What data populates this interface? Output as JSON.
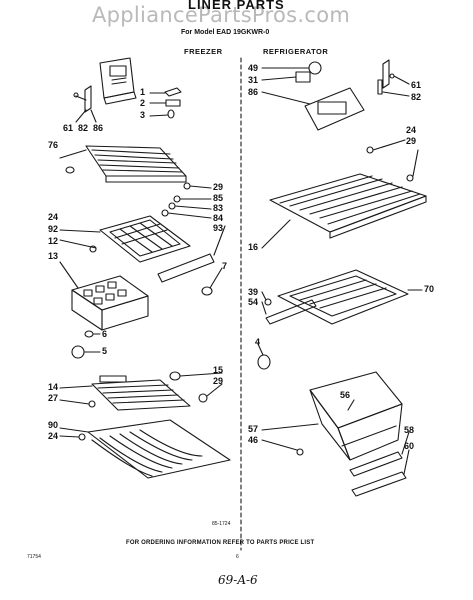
{
  "watermark": "AppliancePartsPros.com",
  "title": "LINER PARTS",
  "subtitle": "For Model EAD 19GKWR-0",
  "sections": {
    "freezer": "FREEZER",
    "refrigerator": "REFRIGERATOR"
  },
  "callouts": [
    {
      "id": "f1",
      "text": "1"
    },
    {
      "id": "f2",
      "text": "2"
    },
    {
      "id": "f3",
      "text": "3"
    },
    {
      "id": "f61",
      "text": "61"
    },
    {
      "id": "f82",
      "text": "82"
    },
    {
      "id": "f86",
      "text": "86"
    },
    {
      "id": "f76",
      "text": "76"
    },
    {
      "id": "f29a",
      "text": "29"
    },
    {
      "id": "f85",
      "text": "85"
    },
    {
      "id": "f83",
      "text": "83"
    },
    {
      "id": "f84",
      "text": "84"
    },
    {
      "id": "f93",
      "text": "93"
    },
    {
      "id": "f24a",
      "text": "24"
    },
    {
      "id": "f92",
      "text": "92"
    },
    {
      "id": "f12",
      "text": "12"
    },
    {
      "id": "f13",
      "text": "13"
    },
    {
      "id": "f7",
      "text": "7"
    },
    {
      "id": "f6",
      "text": "6"
    },
    {
      "id": "f5",
      "text": "5"
    },
    {
      "id": "f14",
      "text": "14"
    },
    {
      "id": "f27",
      "text": "27"
    },
    {
      "id": "f15",
      "text": "15"
    },
    {
      "id": "f29b",
      "text": "29"
    },
    {
      "id": "f90",
      "text": "90"
    },
    {
      "id": "f24b",
      "text": "24"
    },
    {
      "id": "r49",
      "text": "49"
    },
    {
      "id": "r31",
      "text": "31"
    },
    {
      "id": "r86",
      "text": "86"
    },
    {
      "id": "r61",
      "text": "61"
    },
    {
      "id": "r82",
      "text": "82"
    },
    {
      "id": "r24",
      "text": "24"
    },
    {
      "id": "r29",
      "text": "29"
    },
    {
      "id": "r16",
      "text": "16"
    },
    {
      "id": "r39",
      "text": "39"
    },
    {
      "id": "r54",
      "text": "54"
    },
    {
      "id": "r70",
      "text": "70"
    },
    {
      "id": "r4",
      "text": "4"
    },
    {
      "id": "r56",
      "text": "56"
    },
    {
      "id": "r57",
      "text": "57"
    },
    {
      "id": "r46",
      "text": "46"
    },
    {
      "id": "r58",
      "text": "58"
    },
    {
      "id": "r60",
      "text": "60"
    }
  ],
  "figure_code": "85-1724",
  "footer": "FOR ORDERING INFORMATION REFER TO PARTS PRICE LIST",
  "page_code": "71754",
  "page_number": "6",
  "handwritten": "69-A-6"
}
